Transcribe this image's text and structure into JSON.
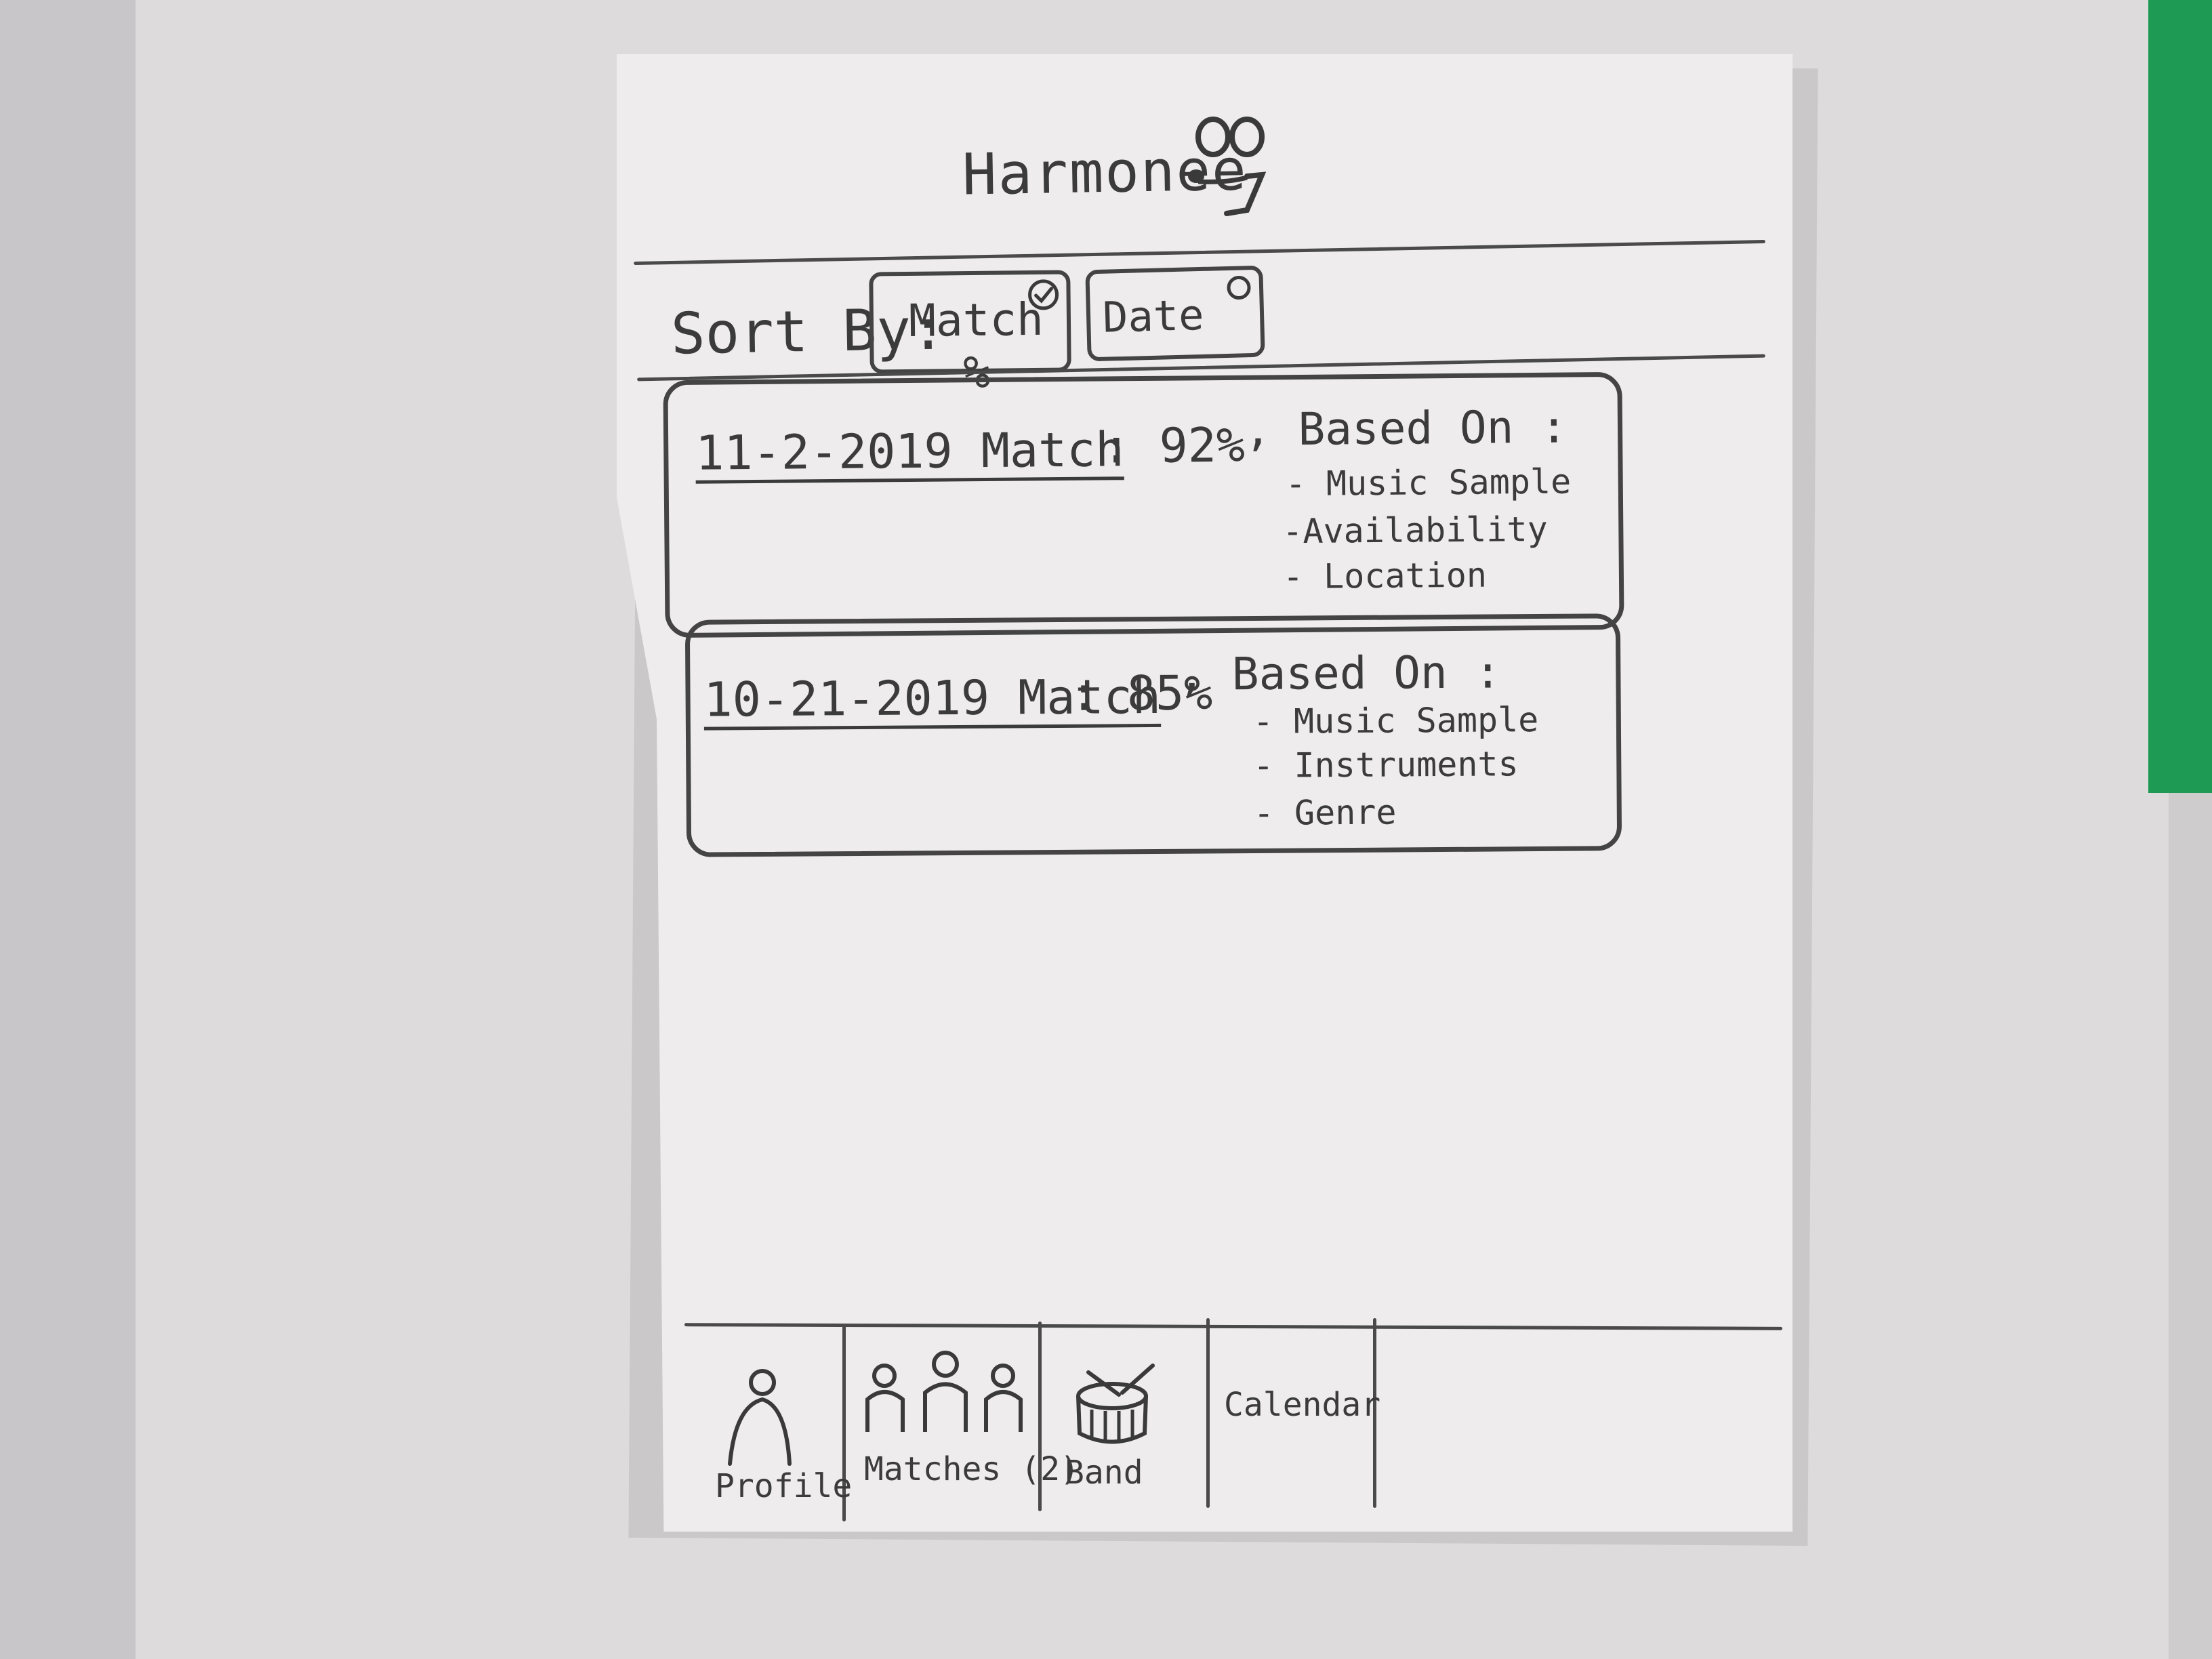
{
  "app": {
    "title": "Harmonee",
    "logo_icon": "music-note-face-icon"
  },
  "sort": {
    "label": "Sort By:",
    "options": [
      {
        "label": "Match %",
        "selected": true,
        "indicator_icon": "checkmark-circle-icon"
      },
      {
        "label": "Date",
        "selected": false,
        "indicator_icon": "radio-circle-icon"
      }
    ]
  },
  "matches": [
    {
      "date_label": "11-2-2019 Match",
      "score": ": 92%",
      "based_on_label": ", Based On :",
      "reasons": [
        "- Music Sample",
        "-Availability",
        "- Location"
      ]
    },
    {
      "date_label": "10-21-2019 Match",
      "score": ": 85%",
      "based_on_label": ", Based On :",
      "reasons": [
        "- Music Sample",
        "- Instruments",
        "- Genre"
      ]
    }
  ],
  "tabs": [
    {
      "label": "Profile",
      "icon": "person-icon"
    },
    {
      "label": "Matches (2)",
      "icon": "group-icon"
    },
    {
      "label": "Band",
      "icon": "drum-icon"
    },
    {
      "label": "Calendar",
      "icon": ""
    }
  ]
}
